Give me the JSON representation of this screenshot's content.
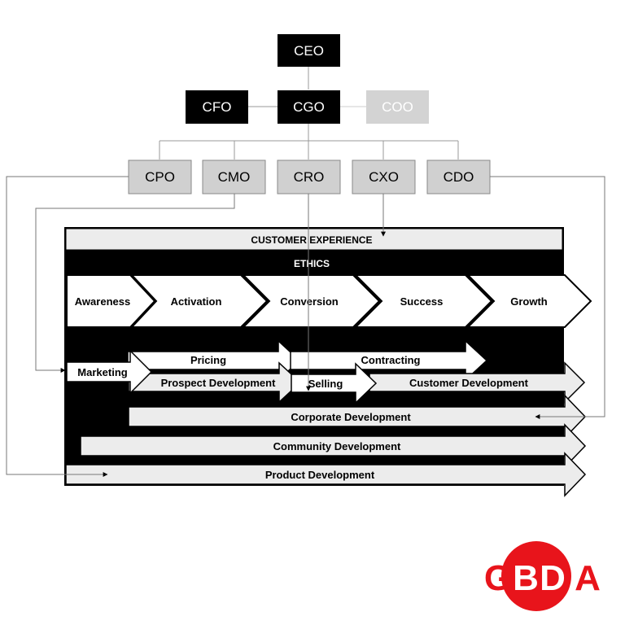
{
  "org_chart": {
    "ceo": "CEO",
    "cfo": "CFO",
    "cgo": "CGO",
    "coo": "COO",
    "cpo": "CPO",
    "cmo": "CMO",
    "cro": "CRO",
    "cxo": "CXO",
    "cdo": "CDO"
  },
  "framework": {
    "customer_experience": "CUSTOMER EXPERIENCE",
    "ethics": "ETHICS",
    "stages": [
      "Awareness",
      "Activation",
      "Conversion",
      "Success",
      "Growth"
    ],
    "marketing": "Marketing",
    "pricing": "Pricing",
    "contracting": "Contracting",
    "prospect_development": "Prospect Development",
    "selling": "Selling",
    "customer_development": "Customer Development",
    "corporate_development": "Corporate Development",
    "community_development": "Community Development",
    "product_development": "Product Development"
  },
  "logo": {
    "letters": [
      "G",
      "B",
      "D",
      "A"
    ]
  },
  "colors": {
    "black": "#000000",
    "dark_box": "#000000",
    "light_box": "#d0d0d0",
    "faded_box": "#d3d3d3",
    "band": "#ececec",
    "logo_red": "#e8141b"
  }
}
